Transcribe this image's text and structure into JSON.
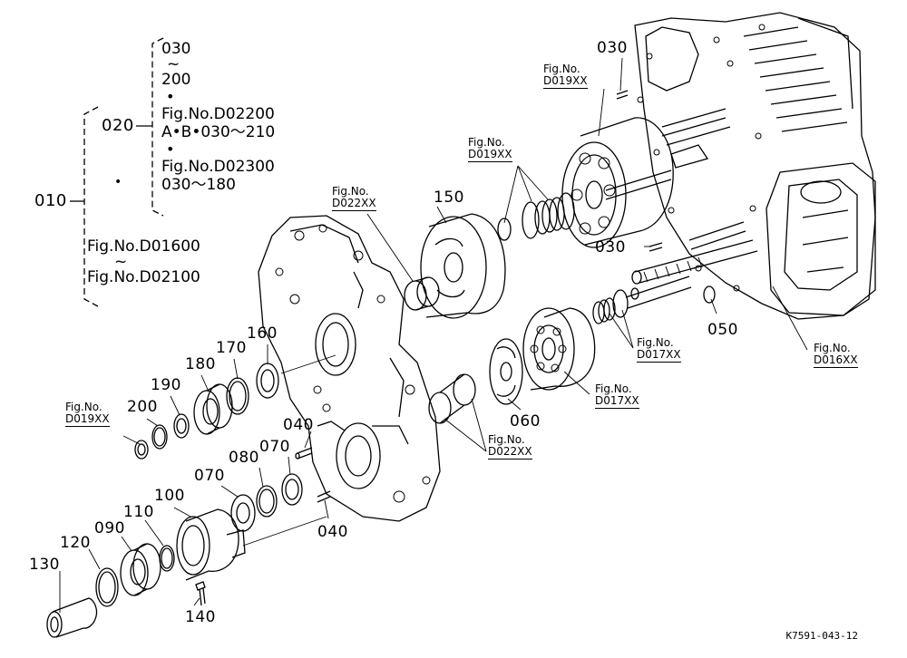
{
  "legend": {
    "top_group": {
      "line1": "030",
      "tilde": "~",
      "line2": "200",
      "dot1": "•",
      "line3": "Fig.No.D02200",
      "line4": "A•B•030～210",
      "dot2": "•",
      "line5": "Fig.No.D02300",
      "line6": "030～180"
    },
    "label_020": "020",
    "label_010": "010",
    "mid_dot": "•",
    "bottom_group": {
      "line1": "Fig.No.D01600",
      "tilde": "~",
      "line2": "Fig.No.D02100"
    }
  },
  "callouts": {
    "c030_top": "030",
    "c030_mid": "030",
    "c050": "050",
    "c150": "150",
    "c160": "160",
    "c170": "170",
    "c180": "180",
    "c190": "190",
    "c200": "200",
    "c040_a": "040",
    "c040_b": "040",
    "c070_a": "070",
    "c070_b": "070",
    "c080": "080",
    "c060": "060",
    "c100": "100",
    "c110": "110",
    "c090": "090",
    "c120": "120",
    "c130": "130",
    "c140": "140"
  },
  "refs": {
    "d019_top": {
      "l1": "Fig.No.",
      "l2": "D019XX"
    },
    "d019_mid": {
      "l1": "Fig.No.",
      "l2": "D019XX"
    },
    "d022_top": {
      "l1": "Fig.No.",
      "l2": "D022XX"
    },
    "d022_bot": {
      "l1": "Fig.No.",
      "l2": "D022XX"
    },
    "d017_a": {
      "l1": "Fig.No.",
      "l2": "D017XX"
    },
    "d017_b": {
      "l1": "Fig.No.",
      "l2": "D017XX"
    },
    "d016": {
      "l1": "Fig.No.",
      "l2": "D016XX"
    },
    "d019_left": {
      "l1": "Fig.No.",
      "l2": "D019XX"
    }
  },
  "drawing_code": "K7591-043-12"
}
